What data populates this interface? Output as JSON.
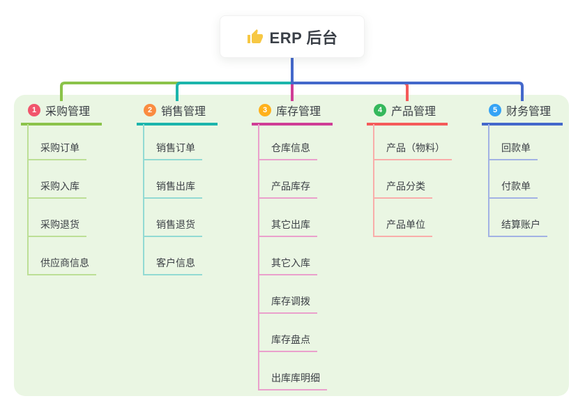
{
  "root": {
    "label": "ERP 后台",
    "icon": "thumbs-up",
    "icon_color": "#f7c844"
  },
  "branches": [
    {
      "badge": "1",
      "label": "采购管理",
      "badge_color": "#f1556c",
      "line_color": "#8bc34a",
      "child_line_color": "#bcdf96",
      "children": [
        "采购订单",
        "采购入库",
        "采购退货",
        "供应商信息"
      ]
    },
    {
      "badge": "2",
      "label": "销售管理",
      "badge_color": "#fa8c40",
      "line_color": "#1cb5ac",
      "child_line_color": "#92dad3",
      "children": [
        "销售订单",
        "销售出库",
        "销售退货",
        "客户信息"
      ]
    },
    {
      "badge": "3",
      "label": "库存管理",
      "badge_color": "#ffb11b",
      "line_color": "#cf3d96",
      "child_line_color": "#eaa0cc",
      "children": [
        "仓库信息",
        "产品库存",
        "其它出库",
        "其它入库",
        "库存调拨",
        "库存盘点",
        "出库库明细"
      ]
    },
    {
      "badge": "4",
      "label": "产品管理",
      "badge_color": "#35b85c",
      "line_color": "#f45a5a",
      "child_line_color": "#f9adaa",
      "children": [
        "产品（物料）",
        "产品分类",
        "产品单位"
      ]
    },
    {
      "badge": "5",
      "label": "财务管理",
      "badge_color": "#36a3f5",
      "line_color": "#4468cb",
      "child_line_color": "#a2b2e4",
      "children": [
        "回款单",
        "付款单",
        "结算账户"
      ]
    }
  ],
  "colors": {
    "page_bg": "#ffffff",
    "canvas_bg": "#eaf6e3",
    "text": "#3a3f45"
  }
}
